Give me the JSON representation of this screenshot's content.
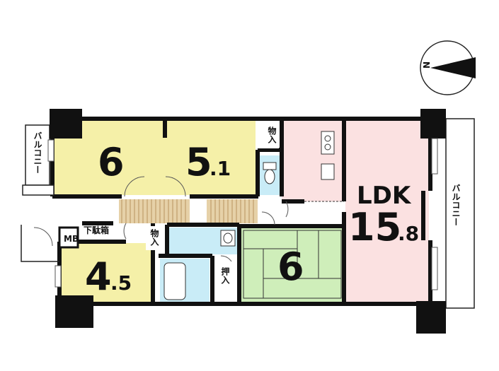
{
  "rooms": {
    "western_room_1": {
      "size": "6"
    },
    "western_room_2": {
      "size": "5",
      "size_decimal": ".1"
    },
    "western_room_3": {
      "size": "4",
      "size_decimal": ".5"
    },
    "japanese_room": {
      "size": "6"
    },
    "ldk": {
      "name": "LDK",
      "size": "15",
      "size_decimal": ".8"
    }
  },
  "labels": {
    "balcony": "バルコニー",
    "storage_1": "物入",
    "storage_2": "物入",
    "oshiire": "押入",
    "shoe_box": "下駄箱",
    "meter_box": "MB"
  },
  "compass": {
    "north_label": "N"
  },
  "colors": {
    "western_room": "#f5f0a8",
    "ldk": "#fbe1e1",
    "wet_area": "#c9ecf7",
    "japanese_room": "#cfeeba",
    "wall": "#111111",
    "flooring": "#e6d1a8"
  }
}
